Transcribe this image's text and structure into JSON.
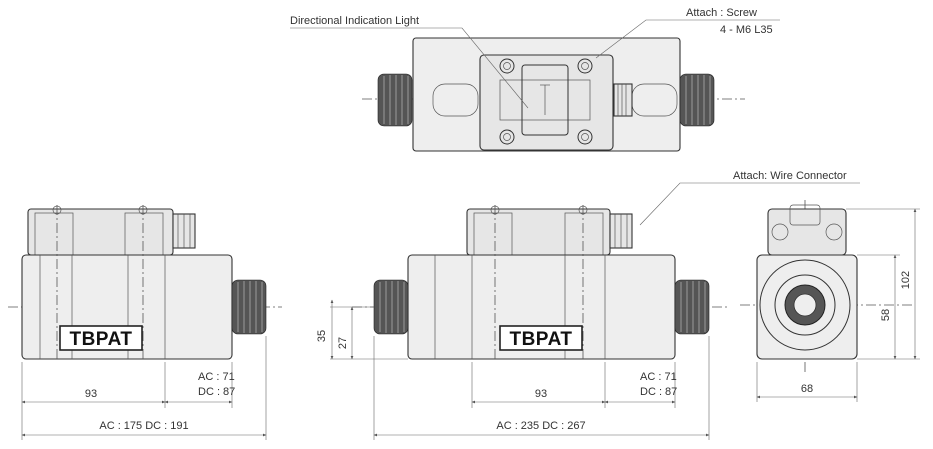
{
  "labels": {
    "directional_light": "Directional Indication Light",
    "attach_screw": "Attach : Screw",
    "screw_spec": "4 - M6 L35",
    "attach_wire": "Attach: Wire Connector",
    "brand": "TBPAT"
  },
  "left_view": {
    "dim_93": "93",
    "ac_71": "AC : 71",
    "dc_87": "DC : 87",
    "total": "AC : 175   DC : 191"
  },
  "middle_view": {
    "dim_35": "35",
    "dim_27": "27",
    "dim_93": "93",
    "ac_71": "AC : 71",
    "dc_87": "DC : 87",
    "total": "AC : 235   DC : 267"
  },
  "right_view": {
    "dim_102": "102",
    "dim_58": "58",
    "dim_68": "68"
  }
}
